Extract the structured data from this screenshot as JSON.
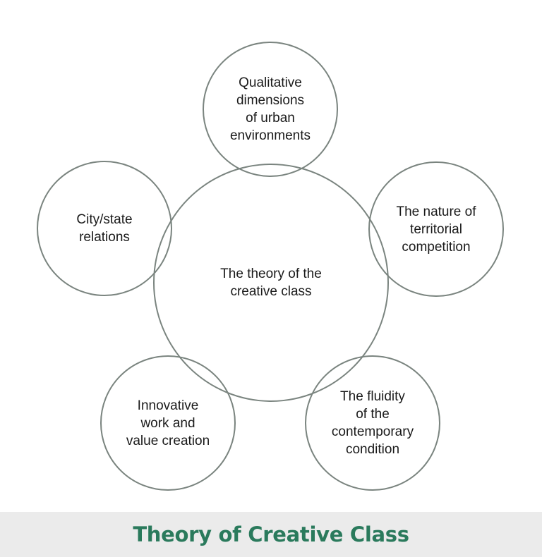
{
  "diagram": {
    "center": {
      "label": "The theory of the\ncreative class"
    },
    "nodes": [
      {
        "id": "top",
        "label": "Qualitative\ndimensions\nof urban\nenvironments"
      },
      {
        "id": "left",
        "label": "City/state\nrelations"
      },
      {
        "id": "right",
        "label": "The nature of\nterritorial\ncompetition"
      },
      {
        "id": "bottom-left",
        "label": "Innovative\nwork and\nvalue creation"
      },
      {
        "id": "bottom-right",
        "label": "The fluidity\nof the\ncontemporary\ncondition"
      }
    ],
    "colors": {
      "stroke": "#7a847f",
      "text": "#1a1a1a"
    }
  },
  "footer": {
    "title": "Theory of Creative Class",
    "title_color": "#2a7a5c",
    "background": "#ebebeb"
  }
}
